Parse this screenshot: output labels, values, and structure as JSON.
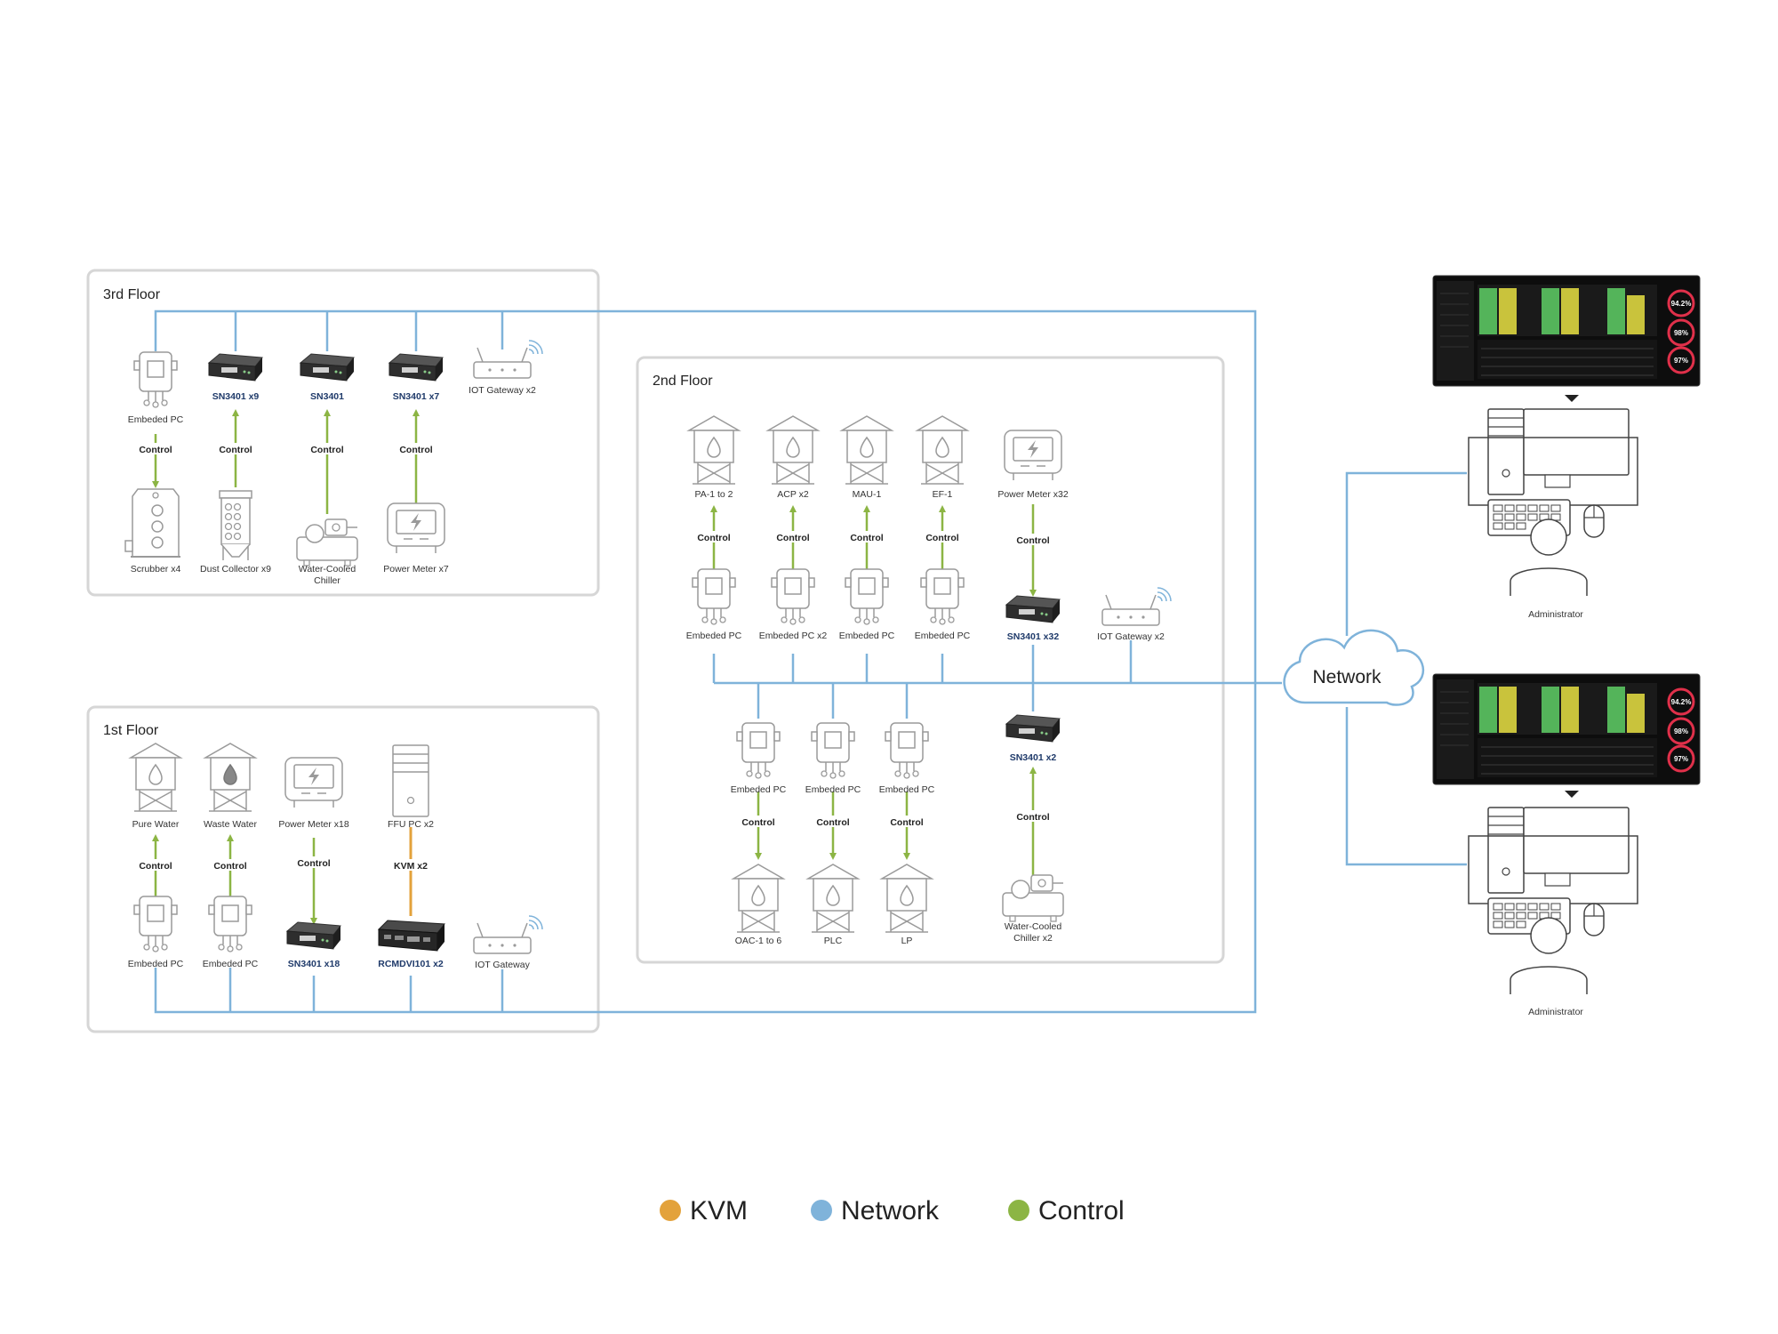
{
  "floors": {
    "third": "3rd Floor",
    "second": "2nd Floor",
    "first": "1st Floor"
  },
  "network_label": "Network",
  "control_label": "Control",
  "third_floor": {
    "embedded_pc": "Embeded PC",
    "sn_a": "SN3401 x9",
    "sn_b": "SN3401",
    "sn_c": "SN3401 x7",
    "iot_gateway": "IOT Gateway x2",
    "scrubber": "Scrubber x4",
    "dust_collector": "Dust Collector x9",
    "chiller_line1": "Water-Cooled",
    "chiller_line2": "Chiller",
    "power_meter": "Power Meter x7"
  },
  "second_floor": {
    "towers": [
      "PA-1 to 2",
      "ACP x2",
      "MAU-1",
      "EF-1"
    ],
    "power_meter": "Power Meter x32",
    "top_pcs": [
      "Embeded PC",
      "Embeded PC x2",
      "Embeded PC",
      "Embeded PC"
    ],
    "sn_top": "SN3401 x32",
    "iot_gateway": "IOT Gateway x2",
    "mid_pcs": [
      "Embeded PC",
      "Embeded PC",
      "Embeded PC"
    ],
    "bottom_towers": [
      "OAC-1 to 6",
      "PLC",
      "LP"
    ],
    "sn_bottom": "SN3401 x2",
    "chiller_line1": "Water-Cooled",
    "chiller_line2": "Chiller x2"
  },
  "first_floor": {
    "pure_water": "Pure Water",
    "waste_water": "Waste Water",
    "power_meter": "Power Meter x18",
    "ffu_pc": "FFU PC x2",
    "kvm_link": "KVM x2",
    "pc_a": "Embeded PC",
    "pc_b": "Embeded PC",
    "sn": "SN3401 x18",
    "rcm": "RCMDVI101 x2",
    "iot_gateway": "IOT Gateway"
  },
  "admins": [
    "Administrator",
    "Administrator"
  ],
  "dashboard_gauges": [
    "94.2%",
    "98%",
    "97%"
  ],
  "legend": [
    {
      "label": "KVM",
      "color": "#e3a23b"
    },
    {
      "label": "Network",
      "color": "#7fb3da"
    },
    {
      "label": "Control",
      "color": "#8cb544"
    }
  ],
  "colors": {
    "network": "#7fb3da",
    "control": "#8cb544",
    "kvm": "#e3a23b",
    "icon": "#9a9a9a",
    "panel": "#d6d6d6"
  }
}
